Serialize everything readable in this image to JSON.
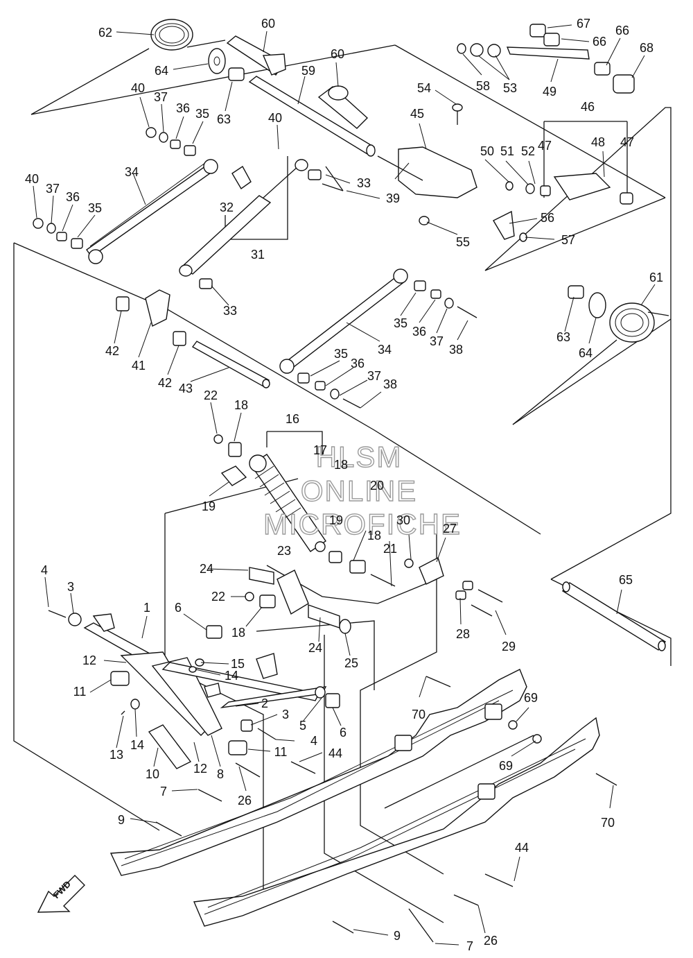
{
  "watermark": {
    "line1": "HLSM",
    "line2": "ONLINE",
    "line3": "MICROFICHE"
  },
  "fwd_arrow": {
    "text": "FWD"
  },
  "callouts": [
    {
      "id": "c62",
      "text": "62"
    },
    {
      "id": "c60a",
      "text": "60"
    },
    {
      "id": "c60b",
      "text": "60"
    },
    {
      "id": "c64a",
      "text": "64"
    },
    {
      "id": "c59",
      "text": "59"
    },
    {
      "id": "c63a",
      "text": "63"
    },
    {
      "id": "c40a",
      "text": "40"
    },
    {
      "id": "c37a",
      "text": "37"
    },
    {
      "id": "c36a",
      "text": "36"
    },
    {
      "id": "c35a",
      "text": "35"
    },
    {
      "id": "c40b",
      "text": "40"
    },
    {
      "id": "c34a",
      "text": "34"
    },
    {
      "id": "c40c",
      "text": "40"
    },
    {
      "id": "c37b",
      "text": "37"
    },
    {
      "id": "c36b",
      "text": "36"
    },
    {
      "id": "c35b",
      "text": "35"
    },
    {
      "id": "c32",
      "text": "32"
    },
    {
      "id": "c33a",
      "text": "33"
    },
    {
      "id": "c39",
      "text": "39"
    },
    {
      "id": "c31",
      "text": "31"
    },
    {
      "id": "c33b",
      "text": "33"
    },
    {
      "id": "c42a",
      "text": "42"
    },
    {
      "id": "c41",
      "text": "41"
    },
    {
      "id": "c42b",
      "text": "42"
    },
    {
      "id": "c43",
      "text": "43"
    },
    {
      "id": "c35c",
      "text": "35"
    },
    {
      "id": "c36c",
      "text": "36"
    },
    {
      "id": "c37c",
      "text": "37"
    },
    {
      "id": "c38a",
      "text": "38"
    },
    {
      "id": "c34b",
      "text": "34"
    },
    {
      "id": "c35d",
      "text": "35"
    },
    {
      "id": "c36d",
      "text": "36"
    },
    {
      "id": "c37d",
      "text": "37"
    },
    {
      "id": "c38b",
      "text": "38"
    },
    {
      "id": "c67",
      "text": "67"
    },
    {
      "id": "c66a",
      "text": "66"
    },
    {
      "id": "c66b",
      "text": "66"
    },
    {
      "id": "c68",
      "text": "68"
    },
    {
      "id": "c58",
      "text": "58"
    },
    {
      "id": "c53",
      "text": "53"
    },
    {
      "id": "c49",
      "text": "49"
    },
    {
      "id": "c54",
      "text": "54"
    },
    {
      "id": "c45",
      "text": "45"
    },
    {
      "id": "c46",
      "text": "46"
    },
    {
      "id": "c50",
      "text": "50"
    },
    {
      "id": "c51",
      "text": "51"
    },
    {
      "id": "c52",
      "text": "52"
    },
    {
      "id": "c47a",
      "text": "47"
    },
    {
      "id": "c48",
      "text": "48"
    },
    {
      "id": "c47b",
      "text": "47"
    },
    {
      "id": "c56",
      "text": "56"
    },
    {
      "id": "c55",
      "text": "55"
    },
    {
      "id": "c57",
      "text": "57"
    },
    {
      "id": "c61",
      "text": "61"
    },
    {
      "id": "c63b",
      "text": "63"
    },
    {
      "id": "c64b",
      "text": "64"
    },
    {
      "id": "c22a",
      "text": "22"
    },
    {
      "id": "c18a",
      "text": "18"
    },
    {
      "id": "c16",
      "text": "16"
    },
    {
      "id": "c17",
      "text": "17"
    },
    {
      "id": "c18b",
      "text": "18"
    },
    {
      "id": "c20",
      "text": "20"
    },
    {
      "id": "c19a",
      "text": "19"
    },
    {
      "id": "c19b",
      "text": "19"
    },
    {
      "id": "c18c",
      "text": "18"
    },
    {
      "id": "c21",
      "text": "21"
    },
    {
      "id": "c30",
      "text": "30"
    },
    {
      "id": "c27",
      "text": "27"
    },
    {
      "id": "c23",
      "text": "23"
    },
    {
      "id": "c24a",
      "text": "24"
    },
    {
      "id": "c22b",
      "text": "22"
    },
    {
      "id": "c18d",
      "text": "18"
    },
    {
      "id": "c24b",
      "text": "24"
    },
    {
      "id": "c25",
      "text": "25"
    },
    {
      "id": "c28",
      "text": "28"
    },
    {
      "id": "c29",
      "text": "29"
    },
    {
      "id": "c65",
      "text": "65"
    },
    {
      "id": "c4a",
      "text": "4"
    },
    {
      "id": "c3a",
      "text": "3"
    },
    {
      "id": "c1",
      "text": "1"
    },
    {
      "id": "c6a",
      "text": "6"
    },
    {
      "id": "c12a",
      "text": "12"
    },
    {
      "id": "c15",
      "text": "15"
    },
    {
      "id": "c14a",
      "text": "14"
    },
    {
      "id": "c11a",
      "text": "11"
    },
    {
      "id": "c2",
      "text": "2"
    },
    {
      "id": "c3b",
      "text": "3"
    },
    {
      "id": "c5",
      "text": "5"
    },
    {
      "id": "c6b",
      "text": "6"
    },
    {
      "id": "c4b",
      "text": "4"
    },
    {
      "id": "c13",
      "text": "13"
    },
    {
      "id": "c14b",
      "text": "14"
    },
    {
      "id": "c10",
      "text": "10"
    },
    {
      "id": "c12b",
      "text": "12"
    },
    {
      "id": "c8",
      "text": "8"
    },
    {
      "id": "c11b",
      "text": "11"
    },
    {
      "id": "c44a",
      "text": "44"
    },
    {
      "id": "c7a",
      "text": "7"
    },
    {
      "id": "c26a",
      "text": "26"
    },
    {
      "id": "c9a",
      "text": "9"
    },
    {
      "id": "c70a",
      "text": "70"
    },
    {
      "id": "c69a",
      "text": "69"
    },
    {
      "id": "c69b",
      "text": "69"
    },
    {
      "id": "c70b",
      "text": "70"
    },
    {
      "id": "c44b",
      "text": "44"
    },
    {
      "id": "c7b",
      "text": "7"
    },
    {
      "id": "c26b",
      "text": "26"
    },
    {
      "id": "c9b",
      "text": "9"
    }
  ]
}
